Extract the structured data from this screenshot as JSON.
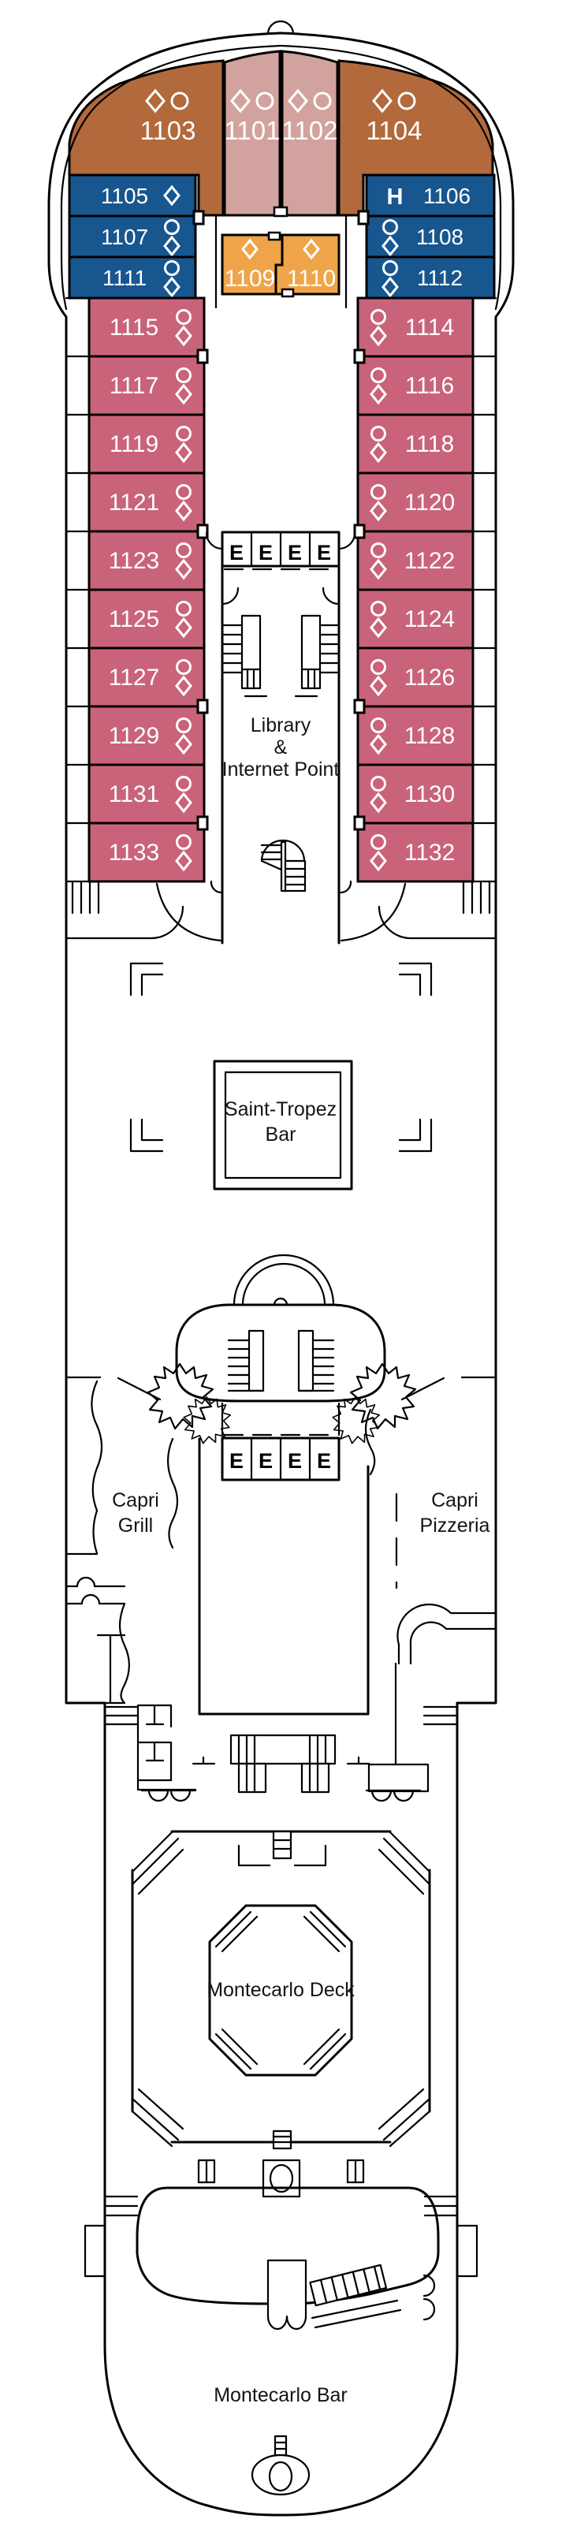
{
  "plan_type": "cruise-ship-deck-plan",
  "colors": {
    "suite_brown": "#B2693C",
    "minisuite_salmon": "#D2A39E",
    "outside_blue": "#17568F",
    "inside_orange": "#EFA449",
    "balcony_rose": "#C9637A",
    "line": "#000000",
    "cabin_text": "#FFFFFF",
    "background": "#FFFFFF"
  },
  "glyphs": {
    "elevator": "E",
    "handicap": "H",
    "diamond_icon": "◇",
    "circle_icon": "○"
  },
  "cabins": {
    "c1101": {
      "number": "1101",
      "category": "minisuite",
      "icons": [
        "diamond",
        "circle"
      ]
    },
    "c1102": {
      "number": "1102",
      "category": "minisuite",
      "icons": [
        "diamond",
        "circle"
      ]
    },
    "c1103": {
      "number": "1103",
      "category": "suite",
      "icons": [
        "diamond",
        "circle"
      ]
    },
    "c1104": {
      "number": "1104",
      "category": "suite",
      "icons": [
        "diamond",
        "circle"
      ]
    },
    "c1105": {
      "number": "1105",
      "category": "outside",
      "icons": [
        "diamond"
      ]
    },
    "c1106": {
      "number": "1106",
      "category": "outside",
      "icons": [
        "handicap"
      ]
    },
    "c1107": {
      "number": "1107",
      "category": "outside",
      "icons": [
        "circle",
        "diamond"
      ]
    },
    "c1108": {
      "number": "1108",
      "category": "outside",
      "icons": [
        "circle",
        "diamond"
      ]
    },
    "c1109": {
      "number": "1109",
      "category": "inside",
      "icons": [
        "diamond"
      ]
    },
    "c1110": {
      "number": "1110",
      "category": "inside",
      "icons": [
        "diamond"
      ]
    },
    "c1111": {
      "number": "1111",
      "category": "outside",
      "icons": [
        "circle",
        "diamond"
      ]
    },
    "c1112": {
      "number": "1112",
      "category": "outside",
      "icons": [
        "circle",
        "diamond"
      ]
    },
    "c1114": {
      "number": "1114",
      "category": "balcony",
      "icons": [
        "circle",
        "diamond"
      ]
    },
    "c1115": {
      "number": "1115",
      "category": "balcony",
      "icons": [
        "circle",
        "diamond"
      ]
    },
    "c1116": {
      "number": "1116",
      "category": "balcony",
      "icons": [
        "circle",
        "diamond"
      ]
    },
    "c1117": {
      "number": "1117",
      "category": "balcony",
      "icons": [
        "circle",
        "diamond"
      ]
    },
    "c1118": {
      "number": "1118",
      "category": "balcony",
      "icons": [
        "circle",
        "diamond"
      ]
    },
    "c1119": {
      "number": "1119",
      "category": "balcony",
      "icons": [
        "circle",
        "diamond"
      ]
    },
    "c1120": {
      "number": "1120",
      "category": "balcony",
      "icons": [
        "circle",
        "diamond"
      ]
    },
    "c1121": {
      "number": "1121",
      "category": "balcony",
      "icons": [
        "circle",
        "diamond"
      ]
    },
    "c1122": {
      "number": "1122",
      "category": "balcony",
      "icons": [
        "circle",
        "diamond"
      ]
    },
    "c1123": {
      "number": "1123",
      "category": "balcony",
      "icons": [
        "circle",
        "diamond"
      ]
    },
    "c1124": {
      "number": "1124",
      "category": "balcony",
      "icons": [
        "circle",
        "diamond"
      ]
    },
    "c1125": {
      "number": "1125",
      "category": "balcony",
      "icons": [
        "circle",
        "diamond"
      ]
    },
    "c1126": {
      "number": "1126",
      "category": "balcony",
      "icons": [
        "circle",
        "diamond"
      ]
    },
    "c1127": {
      "number": "1127",
      "category": "balcony",
      "icons": [
        "circle",
        "diamond"
      ]
    },
    "c1128": {
      "number": "1128",
      "category": "balcony",
      "icons": [
        "circle",
        "diamond"
      ]
    },
    "c1129": {
      "number": "1129",
      "category": "balcony",
      "icons": [
        "circle",
        "diamond"
      ]
    },
    "c1130": {
      "number": "1130",
      "category": "balcony",
      "icons": [
        "circle",
        "diamond"
      ]
    },
    "c1131": {
      "number": "1131",
      "category": "balcony",
      "icons": [
        "circle",
        "diamond"
      ]
    },
    "c1132": {
      "number": "1132",
      "category": "balcony",
      "icons": [
        "circle",
        "diamond"
      ]
    },
    "c1133": {
      "number": "1133",
      "category": "balcony",
      "icons": [
        "circle",
        "diamond"
      ]
    }
  },
  "areas": {
    "library": {
      "l1": "Library",
      "l2": "&",
      "l3": "Internet Point"
    },
    "saint_tropez_bar": {
      "l1": "Saint-Tropez",
      "l2": "Bar"
    },
    "capri_grill": {
      "l1": "Capri",
      "l2": "Grill"
    },
    "capri_pizzeria": {
      "l1": "Capri",
      "l2": "Pizzeria"
    },
    "montecarlo_deck": {
      "label": "Montecarlo Deck"
    },
    "montecarlo_bar": {
      "label": "Montecarlo Bar"
    }
  }
}
